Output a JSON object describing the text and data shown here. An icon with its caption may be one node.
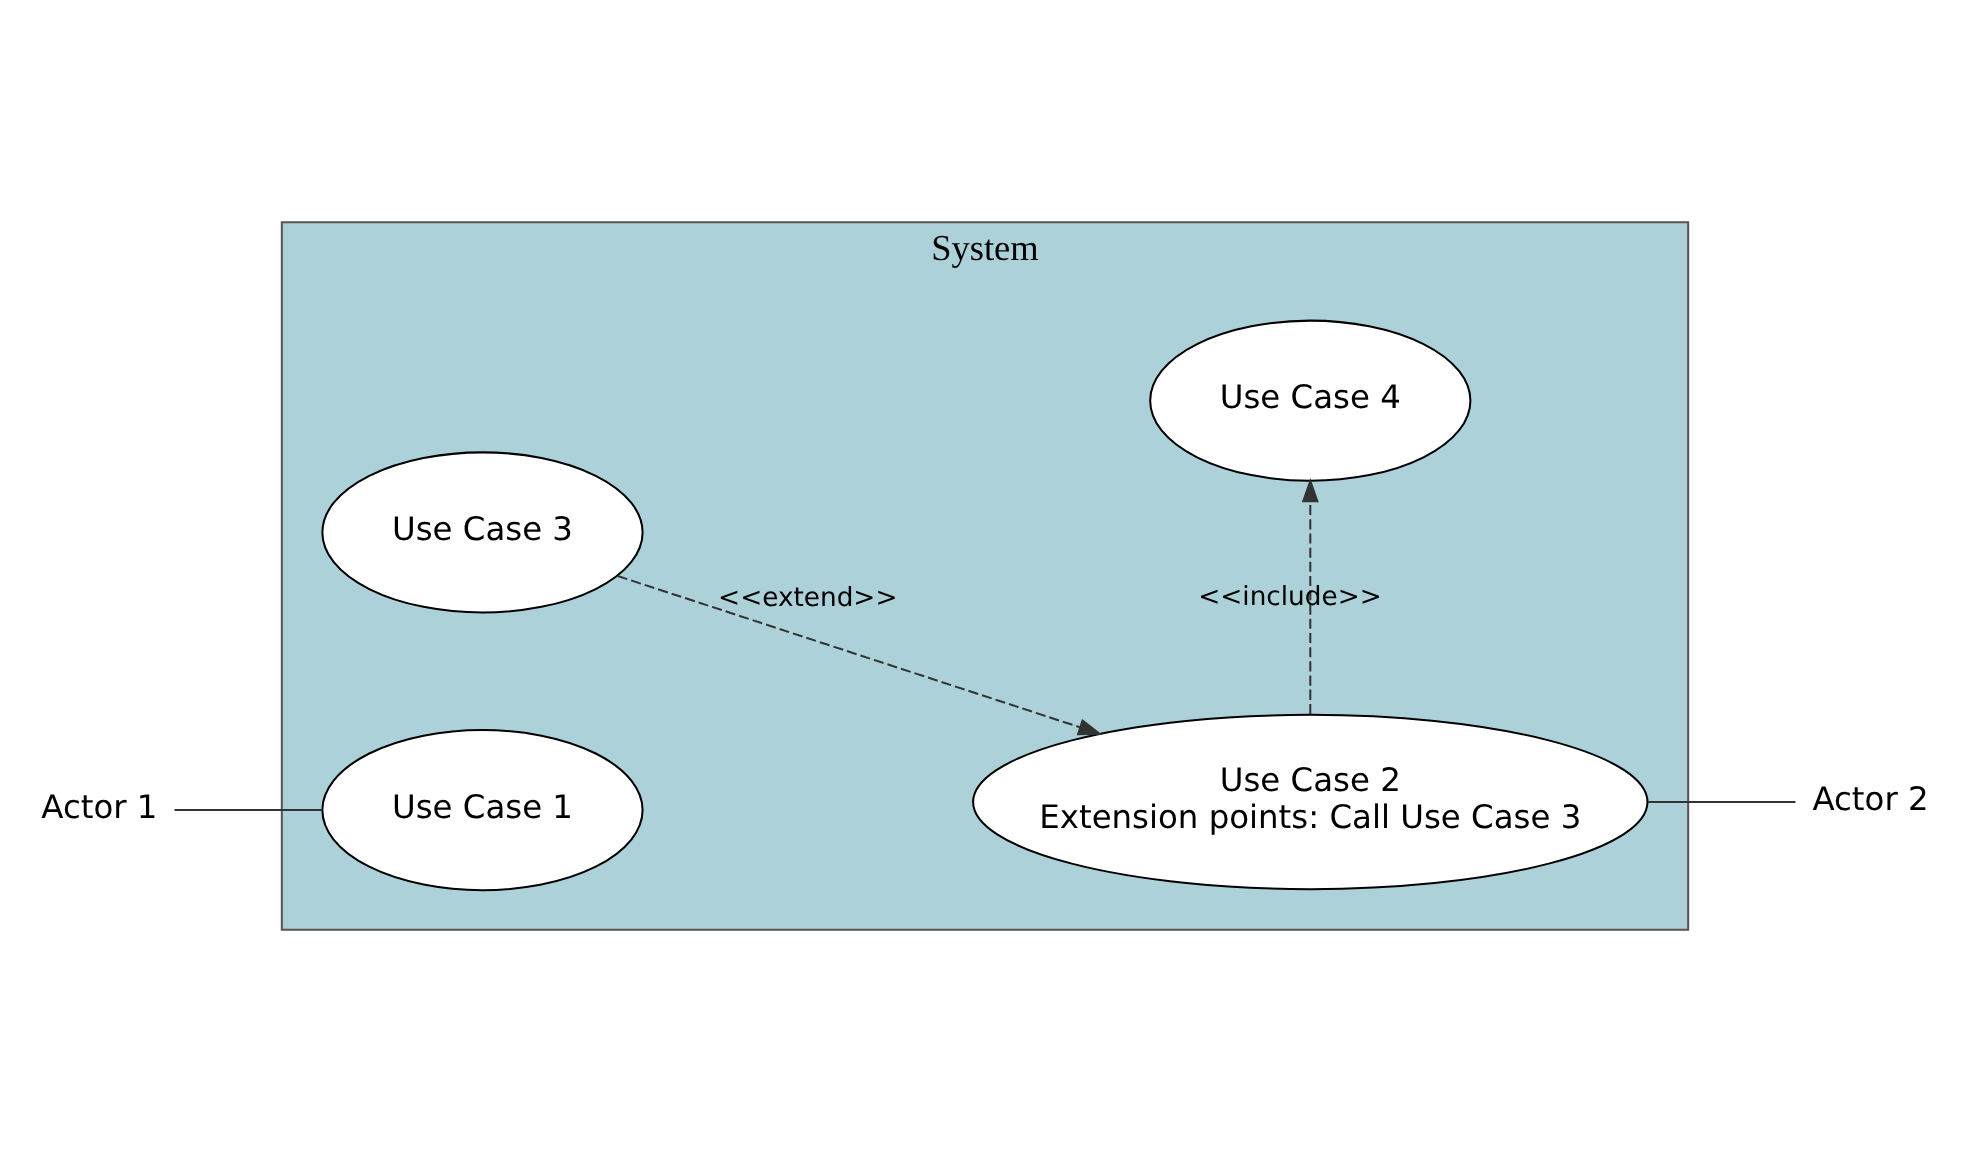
{
  "diagram": {
    "nodes": [
      {
        "text": [
          "System"
        ]
      },
      {
        "text": [
          "Use Case 3"
        ],
        "in": 0
      },
      {
        "text": [
          "Use Case 4"
        ],
        "in": 0
      },
      {
        "text": [
          "Use Case 1"
        ],
        "in": 0
      },
      {
        "text": [
          "Use Case 2",
          "Extension points: Call Use Case 3"
        ],
        "in": 0
      },
      {
        "text": [
          "Actor 1"
        ]
      },
      {
        "text": [
          "Actor 2"
        ]
      }
    ],
    "edges": [
      {
        "from": 5,
        "to": 3,
        "arrow": "none"
      },
      {
        "from": 4,
        "to": 6,
        "arrow": "none"
      },
      {
        "from": 1,
        "to": 4,
        "arrow": "to",
        "label": "<<extend>>",
        "style": "dashed"
      },
      {
        "from": 4,
        "to": 2,
        "arrow": "to",
        "label": "<<include>>",
        "style": "dashed"
      }
    ]
  }
}
